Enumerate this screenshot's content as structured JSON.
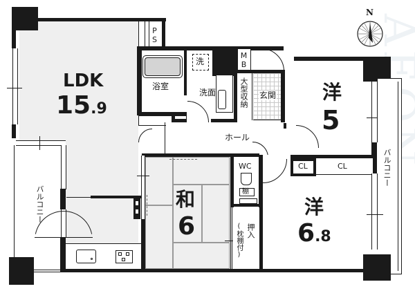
{
  "floor_plan": {
    "rooms": {
      "ldk": {
        "name": "LDK",
        "size": "15",
        "size_decimal": ".9"
      },
      "bath": {
        "name": "浴室"
      },
      "washroom": {
        "name": "洗面"
      },
      "washer": {
        "name": "洗"
      },
      "ps": {
        "name": "PS"
      },
      "mb": {
        "name": "MB"
      },
      "storage": {
        "name": "大型収納"
      },
      "entrance": {
        "name": "玄関"
      },
      "hall": {
        "name": "ホール"
      },
      "western5": {
        "name": "洋",
        "size": "5"
      },
      "western68": {
        "name": "洋",
        "size": "6",
        "size_decimal": ".8"
      },
      "japanese": {
        "name": "和",
        "size": "6"
      },
      "wc": {
        "name": "WC"
      },
      "shelf": {
        "name": "棚"
      },
      "closet": {
        "name": "押入",
        "note": "(枕棚付)"
      },
      "cl1": {
        "name": "CL"
      },
      "cl2": {
        "name": "CL"
      },
      "balcony_left": {
        "name": "バルコニー"
      },
      "balcony_right": {
        "name": "バルコニー"
      }
    },
    "compass": {
      "label": "N"
    },
    "colors": {
      "wall": "#1a1a1a",
      "floor": "#efefef",
      "background": "#ffffff",
      "entrance_tile": "#d8d8d8"
    }
  }
}
